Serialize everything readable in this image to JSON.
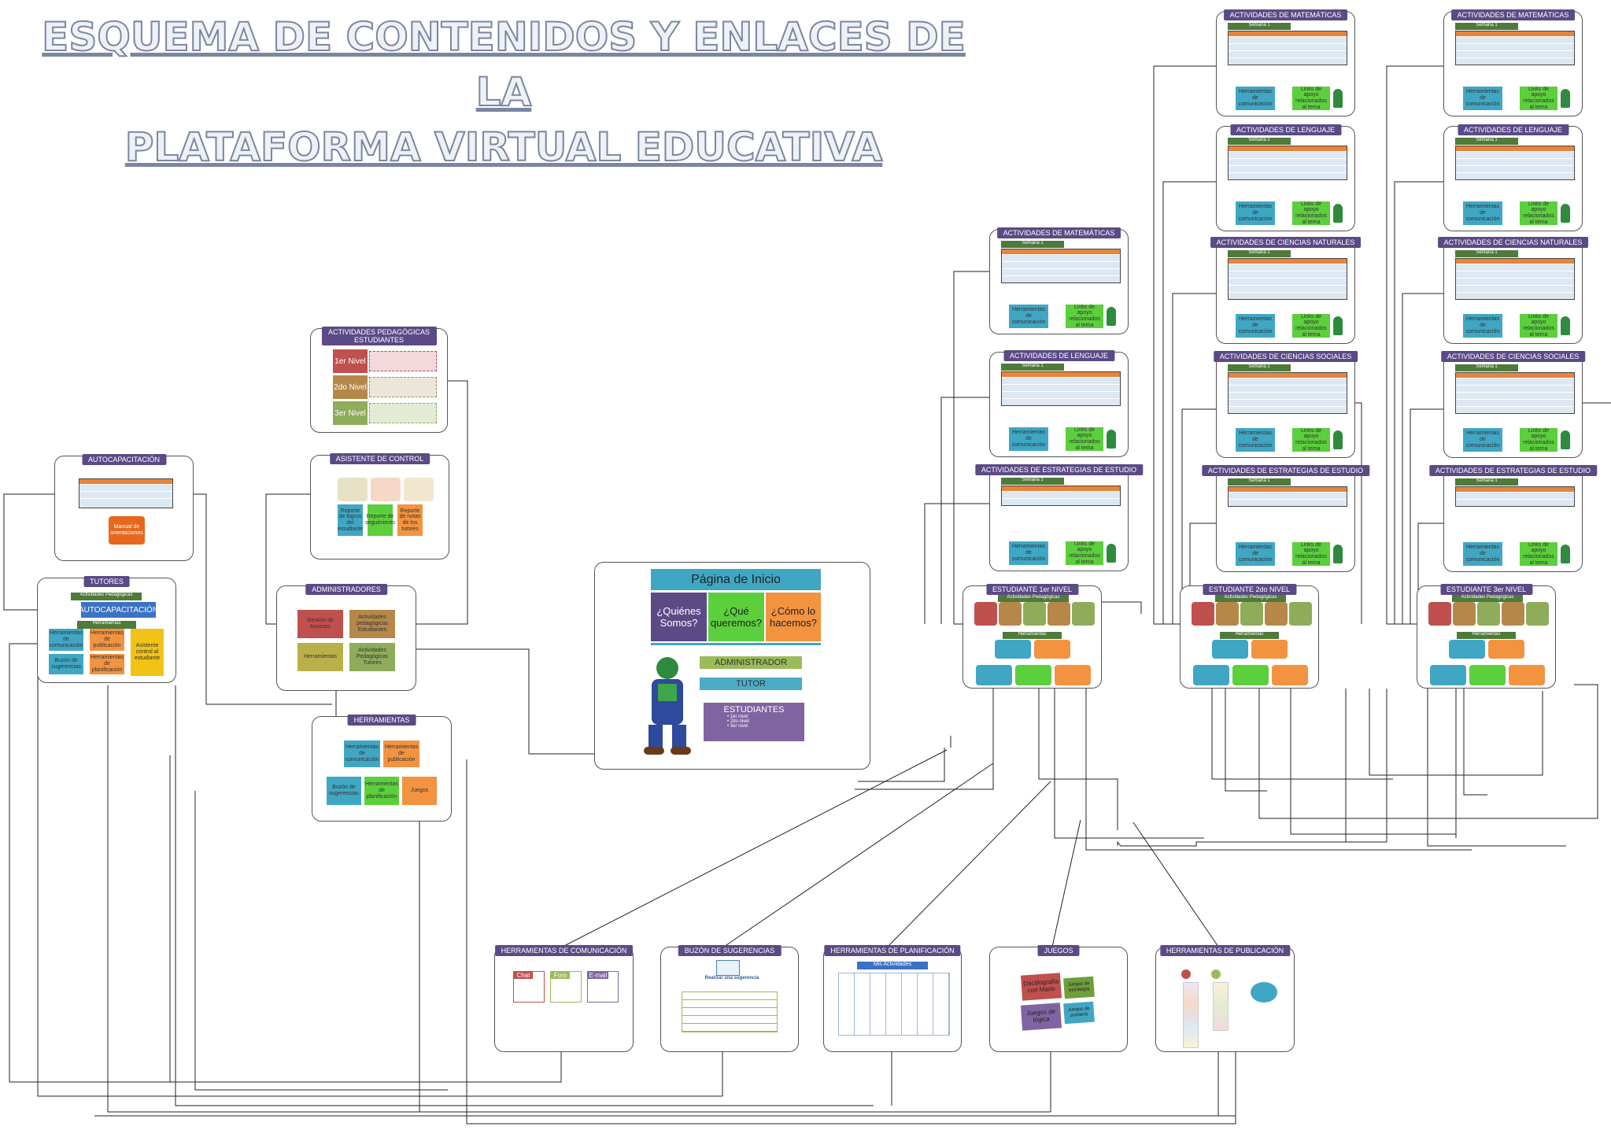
{
  "title_line1": "ESQUEMA DE CONTENIDOS Y ENLACES DE LA",
  "title_line2": "PLATAFORMA VIRTUAL EDUCATIVA",
  "home": {
    "title": "Página de Inicio",
    "q1": "¿Quiénes Somos?",
    "q2": "¿Qué queremos?",
    "q3": "¿Cómo lo hacemos?",
    "admin": "ADMINISTRADOR",
    "tutor": "TUTOR",
    "students": "ESTUDIANTES",
    "levels": [
      "• 1er nivel",
      "• 2do nivel",
      "• 3er nivel"
    ]
  },
  "autocap": {
    "header": "AUTOCAPACITACIÓN",
    "tile": "Manual de orientaciones"
  },
  "pedag": {
    "header": "ACTIVIDADES PEDAGÓGICAS ESTUDIANTES",
    "levels": [
      "1er Nivel",
      "2do Nivel",
      "3er Nivel"
    ]
  },
  "asistente": {
    "header": "ASISTENTE DE CONTROL",
    "tiles": [
      "Reporte de logros del estudiante",
      "Reporte de seguimiento",
      "Reporte de notas de los tutores"
    ]
  },
  "tutores": {
    "header": "TUTORES",
    "sub": "Actividades Pedagógicas",
    "btn": "AUTOCAPACITACIÓN",
    "sub2": "Herramientas",
    "tiles": [
      "Herramientas de comunicación",
      "Herramientas de publicación",
      "Asistente control al estudiante",
      "Buzón de sugerencias",
      "Herramientas de planificación"
    ]
  },
  "admins": {
    "header": "ADMINISTRADORES",
    "tiles": [
      "Gestión de Accesos",
      "Actividades pedagógicas Estudiantes",
      "Herramientas",
      "Actividades Pedagógicas Tutores"
    ]
  },
  "herr": {
    "header": "HERRAMIENTAS",
    "tiles": [
      "Herramientas de comunicación",
      "Herramientas de publicación",
      "Buzón de sugerencias",
      "Herramientas de planificación",
      "Juegos"
    ]
  },
  "act_headers": {
    "mat": "ACTIVIDADES DE MATEMÁTICAS",
    "len": "ACTIVIDADES DE LENGUAJE",
    "cn": "ACTIVIDADES DE CIENCIAS NATURALES",
    "cs": "ACTIVIDADES DE CIENCIAS SOCIALES",
    "ee": "ACTIVIDADES DE ESTRATEGIAS DE ESTUDIO"
  },
  "semana": "Semana 1",
  "comm_tile": "Herramientas de comunicación",
  "link_tile": "Links de apoyo relacionados al tema",
  "students": [
    {
      "header": "ESTUDIANTE    1er NIVEL"
    },
    {
      "header": "ESTUDIANTE    2do NIVEL"
    },
    {
      "header": "ESTUDIANTE    3er NIVEL"
    }
  ],
  "stud_sub": "Actividades Pedagógicas",
  "stud_sub2": "Herramientas",
  "bottom": {
    "comm": {
      "header": "HERRAMIENTAS DE COMUNICACIÓN",
      "chat": "Chat",
      "foro": "Foro",
      "email": "E-mail"
    },
    "buzon": {
      "header": "BUZÓN DE SUGERENCIAS",
      "sub": "Realizar una sugerencia"
    },
    "plan": {
      "header": "HERRAMIENTAS DE PLANIFICACIÓN",
      "sub": "Mis Actividades"
    },
    "juegos": {
      "header": "JUEGOS",
      "tiles": [
        "Dactilografía con Mario",
        "Juegos de estrategia",
        "Juegos de lógica",
        "Juegos de puntería"
      ]
    },
    "pub": {
      "header": "HERRAMIENTAS DE PUBLICACIÓN"
    }
  }
}
